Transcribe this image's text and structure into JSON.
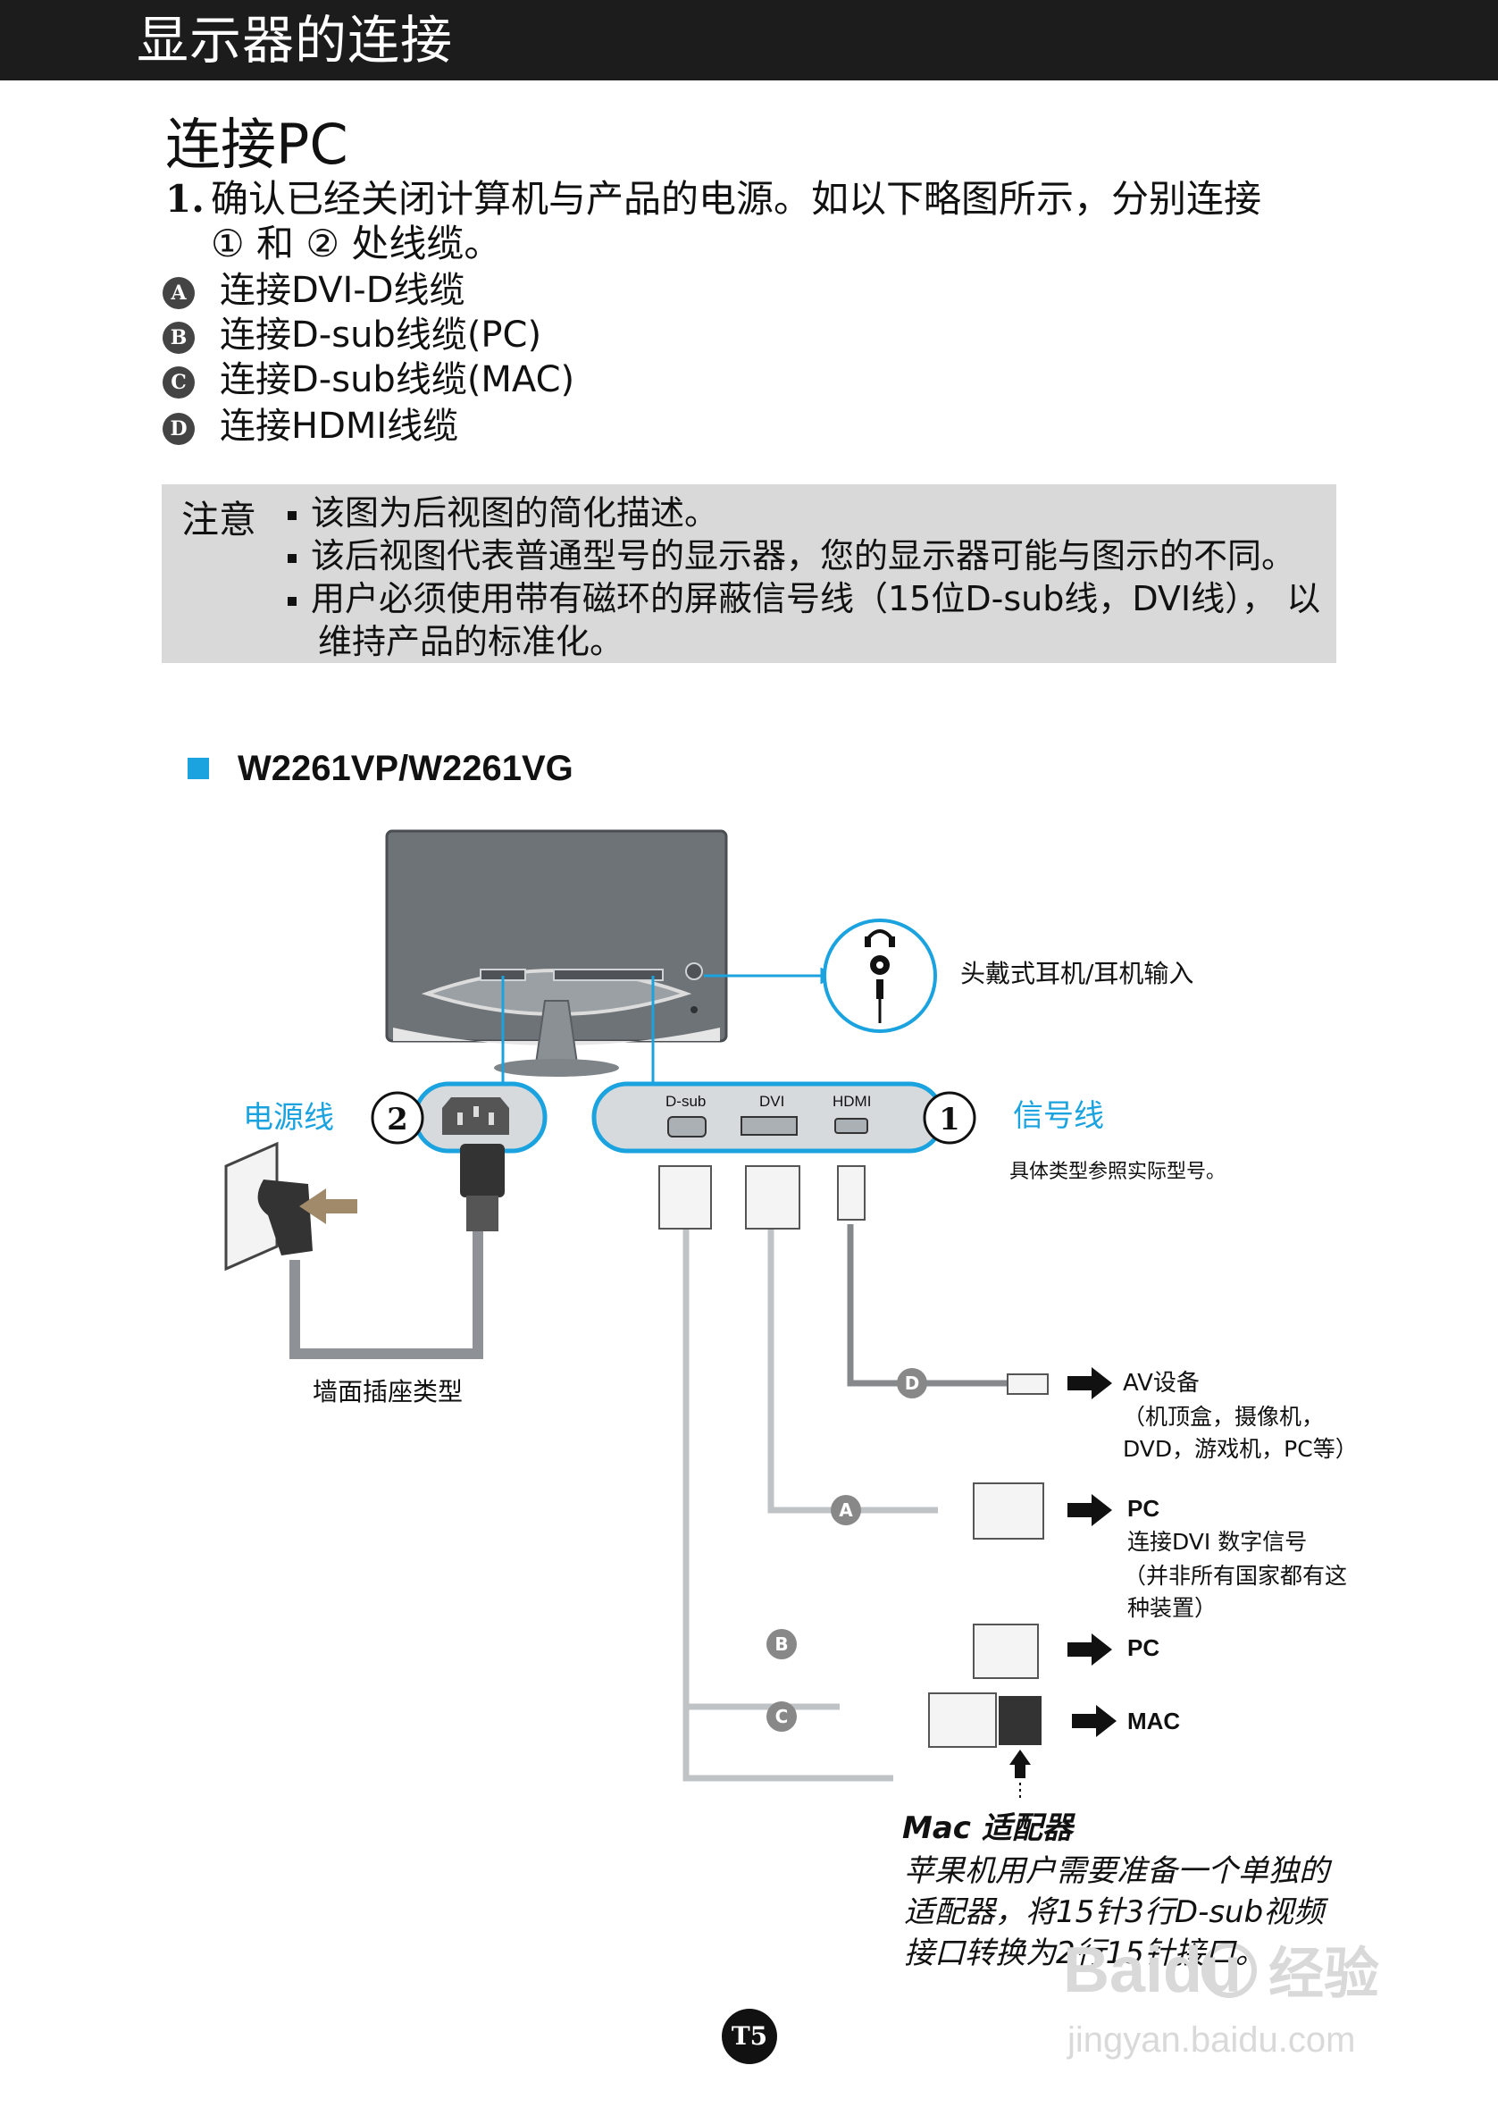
{
  "header": {
    "title": "显示器的连接"
  },
  "section": {
    "title": "连接PC"
  },
  "step1": {
    "number": "1.",
    "line1": "确认已经关闭计算机与产品的电源。如以下略图所示，分别连接",
    "line2": "① 和 ② 处线缆。"
  },
  "bullets": [
    {
      "letter": "A",
      "text": "连接DVI-D线缆"
    },
    {
      "letter": "B",
      "text": "连接D-sub线缆(PC)"
    },
    {
      "letter": "C",
      "text": "连接D-sub线缆(MAC)"
    },
    {
      "letter": "D",
      "text": "连接HDMI线缆"
    }
  ],
  "note": {
    "label": "注意",
    "lines": [
      "该图为后视图的简化描述。",
      "该后视图代表普通型号的显示器，您的显示器可能与图示的不同。",
      "用户必须使用带有磁环的屏蔽信号线（15位D-sub线，DVI线）， 以",
      "维持产品的标准化。"
    ]
  },
  "model": {
    "title": "W2261VP/W2261VG"
  },
  "diagram": {
    "headphone_label": "头戴式耳机/耳机输入",
    "power_label": "电源线",
    "power_num": "2",
    "signal_label": "信号线",
    "signal_num": "1",
    "signal_note": "具体类型参照实际型号。",
    "port_dsub": "D-sub",
    "port_dvi": "DVI",
    "port_hdmi": "HDMI",
    "wall_outlet": "墙面插座类型",
    "cable_letters": {
      "a": "A",
      "b": "B",
      "c": "C",
      "d": "D"
    },
    "av_lines": [
      "AV设备",
      "（机顶盒，摄像机，",
      "DVD，游戏机，PC等）"
    ],
    "pc_dvi_title": "PC",
    "pc_dvi_lines": [
      "连接DVI 数字信号",
      "（并非所有国家都有这",
      "种装置）"
    ],
    "pc_dsub_title": "PC",
    "mac_title": "MAC",
    "mac_adapter": {
      "title": "Mac 适配器",
      "lines": [
        "苹果机用户需要准备一个单独的",
        "适配器，将15针3行D-sub视频",
        "接口转换为2行15针接口。"
      ]
    }
  },
  "page_number": "T5",
  "watermark": {
    "brand": "Baidu",
    "cn": "经验",
    "url": "jingyan.baidu.com"
  }
}
